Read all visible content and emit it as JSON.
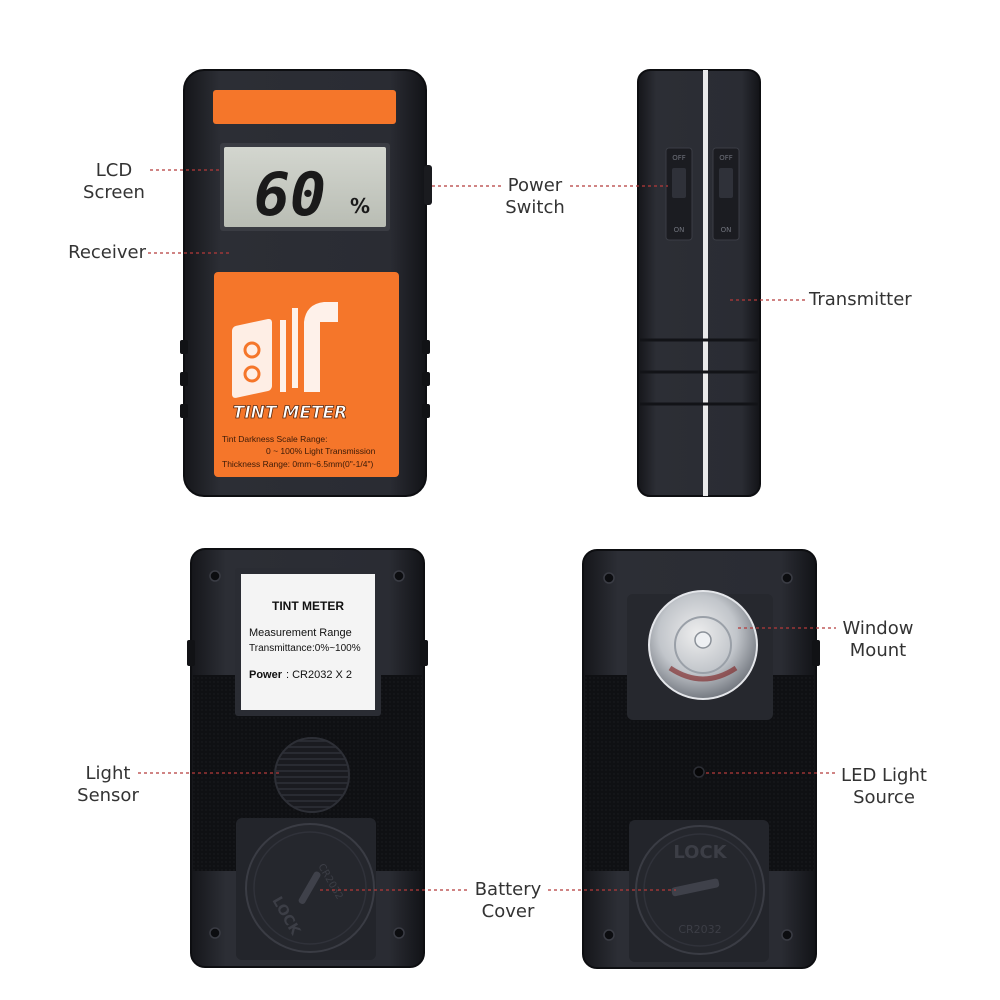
{
  "colors": {
    "body": "#23252b",
    "body_edge": "#141519",
    "accent_orange": "#f5762a",
    "lcd": "#c9ccc4",
    "leader": "#b53a3a",
    "label_text": "#333333"
  },
  "front_device": {
    "lcd_value": "60",
    "lcd_unit": "%",
    "sticker_brand": "TINT METER",
    "sticker_line_1": "Tint Darkness Scale Range:",
    "sticker_line_2": "0 ~ 100% Light Transmission",
    "sticker_line_3": "Thickness Range: 0mm~6.5mm(0\"-1/4\")"
  },
  "side_device": {
    "switch_off_label": "OFF",
    "switch_on_label": "ON"
  },
  "back_receiver": {
    "label_title": "TINT METER",
    "label_line_1": "Measurement Range",
    "label_line_2": "Transmittance:0%~100%",
    "label_power_key": "Power",
    "label_power_value": ": CR2032 X 2",
    "battery_lock_text": "LOCK",
    "battery_model_text": "CR2032"
  },
  "back_transmitter": {
    "battery_lock_text": "LOCK",
    "battery_model_text": "CR2032"
  },
  "callouts": {
    "lcd_screen": [
      "LCD",
      "Screen"
    ],
    "receiver": [
      "Receiver"
    ],
    "power_switch": [
      "Power",
      "Switch"
    ],
    "transmitter": [
      "Transmitter"
    ],
    "light_sensor": [
      "Light",
      "Sensor"
    ],
    "battery_cover": [
      "Battery",
      "Cover"
    ],
    "window_mount": [
      "Window",
      "Mount"
    ],
    "led_light_source": [
      "LED Light",
      "Source"
    ]
  }
}
